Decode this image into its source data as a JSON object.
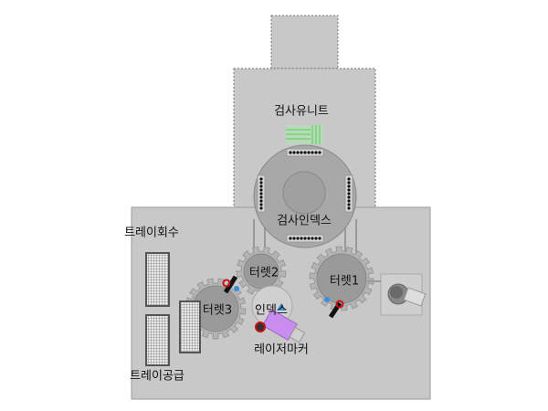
{
  "labels": {
    "inspection_unit": "검사유니트",
    "inspection_index": "검사인덱스",
    "tray_recovery": "트레이회수",
    "tray_supply": "트레이공급",
    "turret1": "터렛1",
    "turret2": "터렛2",
    "turret3": "터렛3",
    "index": "인덱스",
    "laser_marker": "레이저마커"
  },
  "colors": {
    "panel": "#c8c8c8",
    "gear": "#9a9a9a",
    "grill": "#8fe08f",
    "laser": "#c98df0",
    "marker_red": "#cc1010",
    "marker_blue": "#3a8fd8"
  }
}
